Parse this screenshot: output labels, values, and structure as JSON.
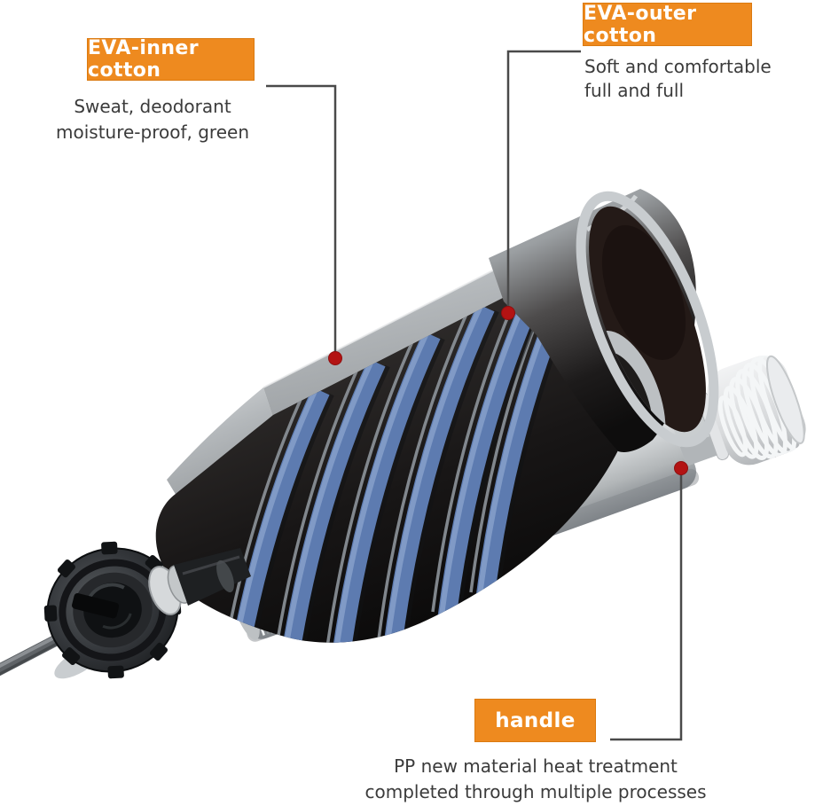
{
  "figure": {
    "kind": "product-callout-infographic",
    "subject": "jump rope handle cutaway view"
  },
  "colors": {
    "background": "#ffffff",
    "accent_orange": "#ee8a1f",
    "accent_orange_border": "#db7a10",
    "label_text": "#ffffff",
    "body_text": "#3b3b3b",
    "leader_line": "#4a4a4a",
    "marker_red": "#b31313",
    "foam_blue": "#5d7bb0",
    "foam_dark": "#111010",
    "metal_silver": "#c6cacc"
  },
  "icons": {
    "marker": "red-dot"
  },
  "callouts": {
    "inner": {
      "label": "EVA-inner cotton",
      "line1": "Sweat, deodorant",
      "line2": "moisture-proof, green"
    },
    "outer": {
      "label": "EVA-outer cotton",
      "line1": "Soft and comfortable",
      "line2": "full and full"
    },
    "handle": {
      "label": "handle",
      "line1": "PP new material heat treatment",
      "line2": "completed through multiple processes"
    }
  }
}
